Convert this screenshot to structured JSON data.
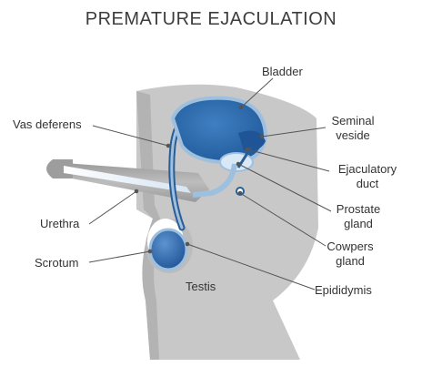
{
  "title": "PREMATURE EJACULATION",
  "labels": {
    "bladder": "Bladder",
    "seminal_1": "Seminal",
    "seminal_2": "veside",
    "vas_deferens": "Vas deferens",
    "ejaculatory_1": "Ejaculatory",
    "ejaculatory_2": "duct",
    "prostate_1": "Prostate",
    "prostate_2": "gland",
    "urethra": "Urethra",
    "cowpers_1": "Cowpers",
    "cowpers_2": "gland",
    "scrotum": "Scrotum",
    "testis": "Testis",
    "epididymis": "Epididymis"
  },
  "colors": {
    "body": "#c8c8c8",
    "body_dark": "#a9a9a9",
    "organ": "#2f6fb1",
    "duct": "#9ec0de",
    "leader": "#555555",
    "text": "#333333"
  }
}
